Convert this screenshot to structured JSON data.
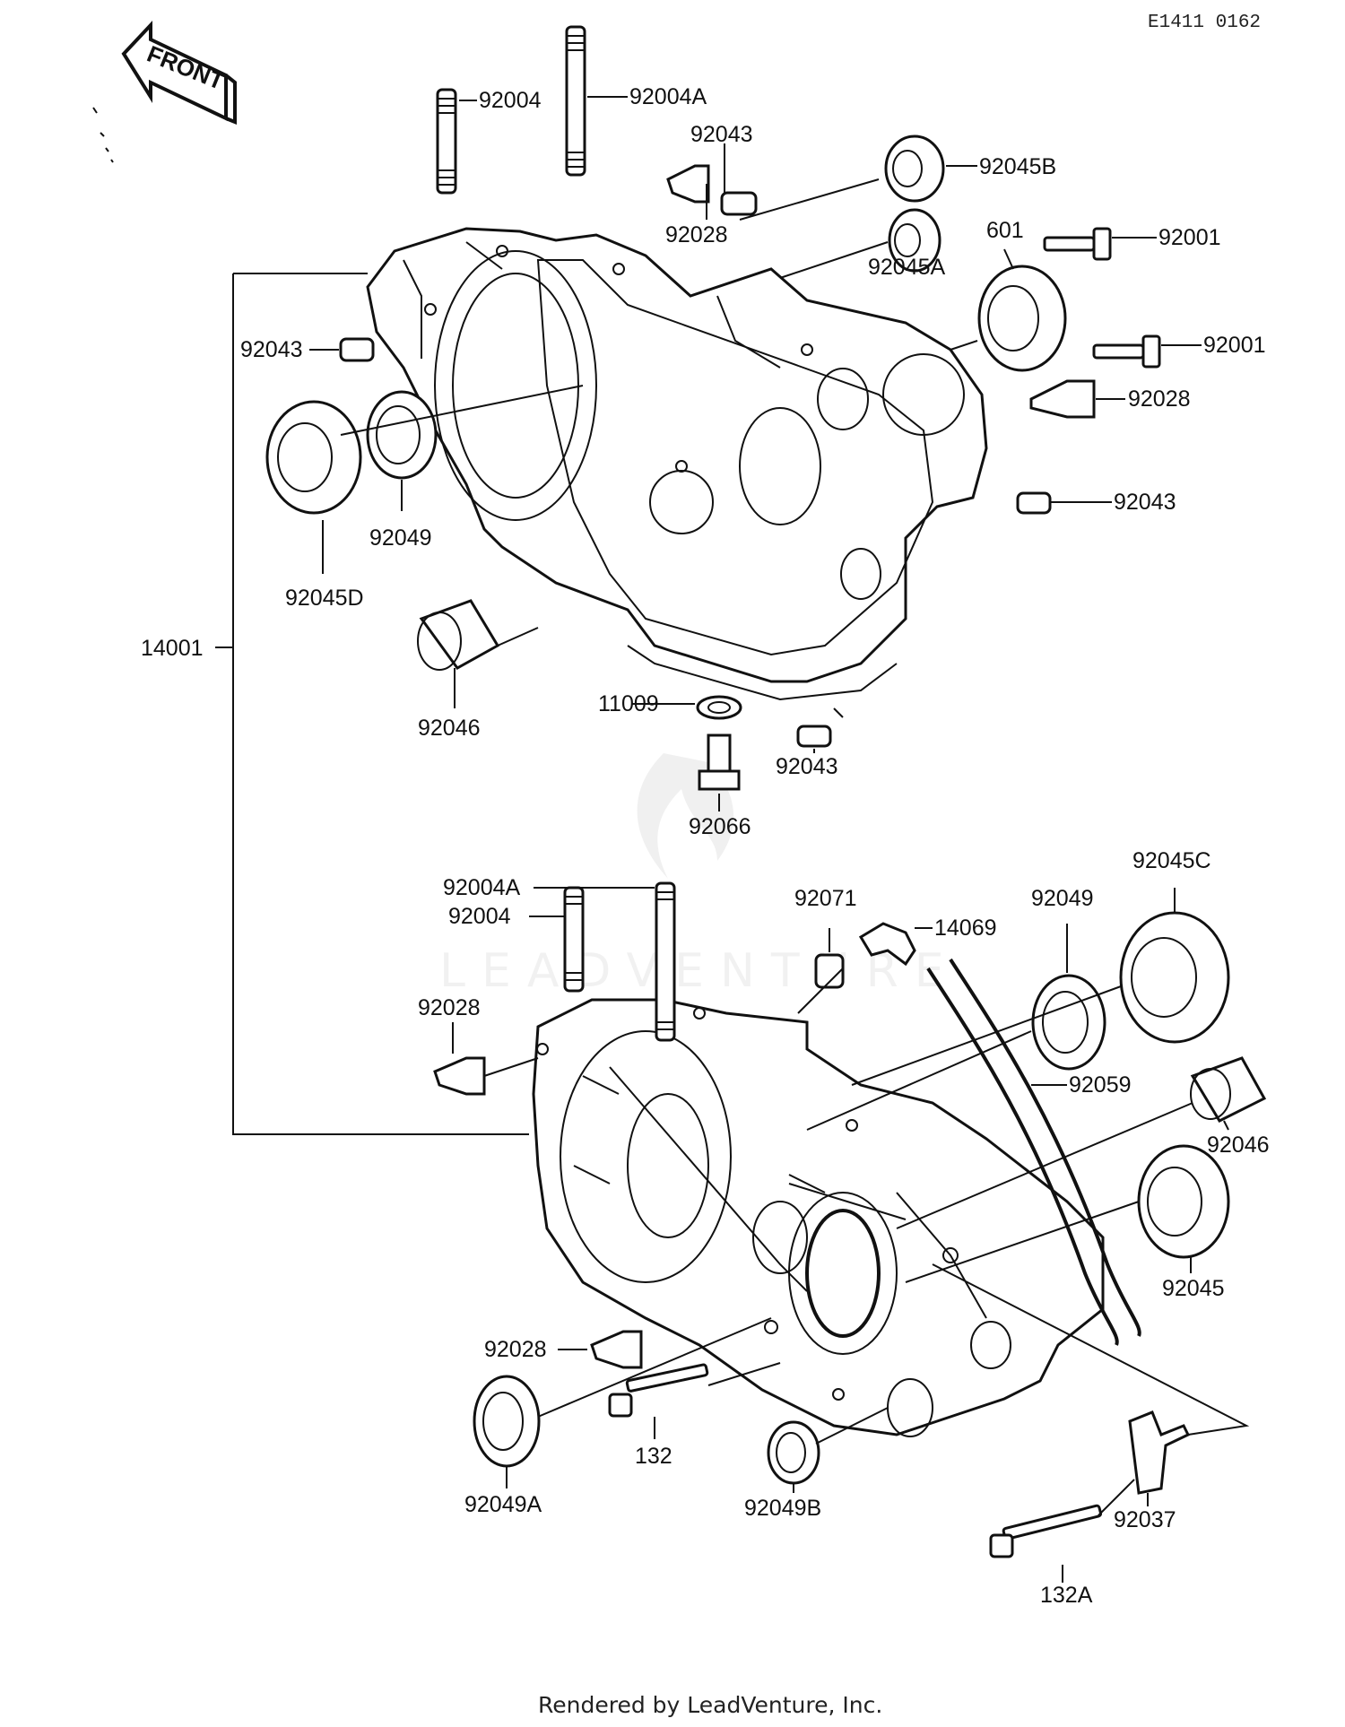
{
  "header": {
    "code": "E1411 0162"
  },
  "front_arrow": {
    "label": "FRONT",
    "icon": "front-arrow-icon"
  },
  "watermark": {
    "text": "LEADVENTURE"
  },
  "footer": {
    "credit": "Rendered by LeadVenture, Inc."
  },
  "parts": {
    "p92004_top": "92004",
    "p92004A_top": "92004A",
    "p92043_top": "92043",
    "p92045B": "92045B",
    "p92028_top": "92028",
    "p92045A": "92045A",
    "p601": "601",
    "p92001_a": "92001",
    "p92001_b": "92001",
    "p92028_right": "92028",
    "p92043_right": "92043",
    "p92043_left": "92043",
    "p92049_upper": "92049",
    "p92045D": "92045D",
    "p92046_upper": "92046",
    "p14001": "14001",
    "p11009": "11009",
    "p92043_bottom": "92043",
    "p92066": "92066",
    "p92004A_lower": "92004A",
    "p92004_lower": "92004",
    "p92071": "92071",
    "p14069": "14069",
    "p92049_lower": "92049",
    "p92045C": "92045C",
    "p92028_lower_left": "92028",
    "p92059": "92059",
    "p92046_lower": "92046",
    "p92045": "92045",
    "p92028_lower": "92028",
    "p92049A": "92049A",
    "p132": "132",
    "p92049B": "92049B",
    "p92037": "92037",
    "p132A": "132A"
  }
}
